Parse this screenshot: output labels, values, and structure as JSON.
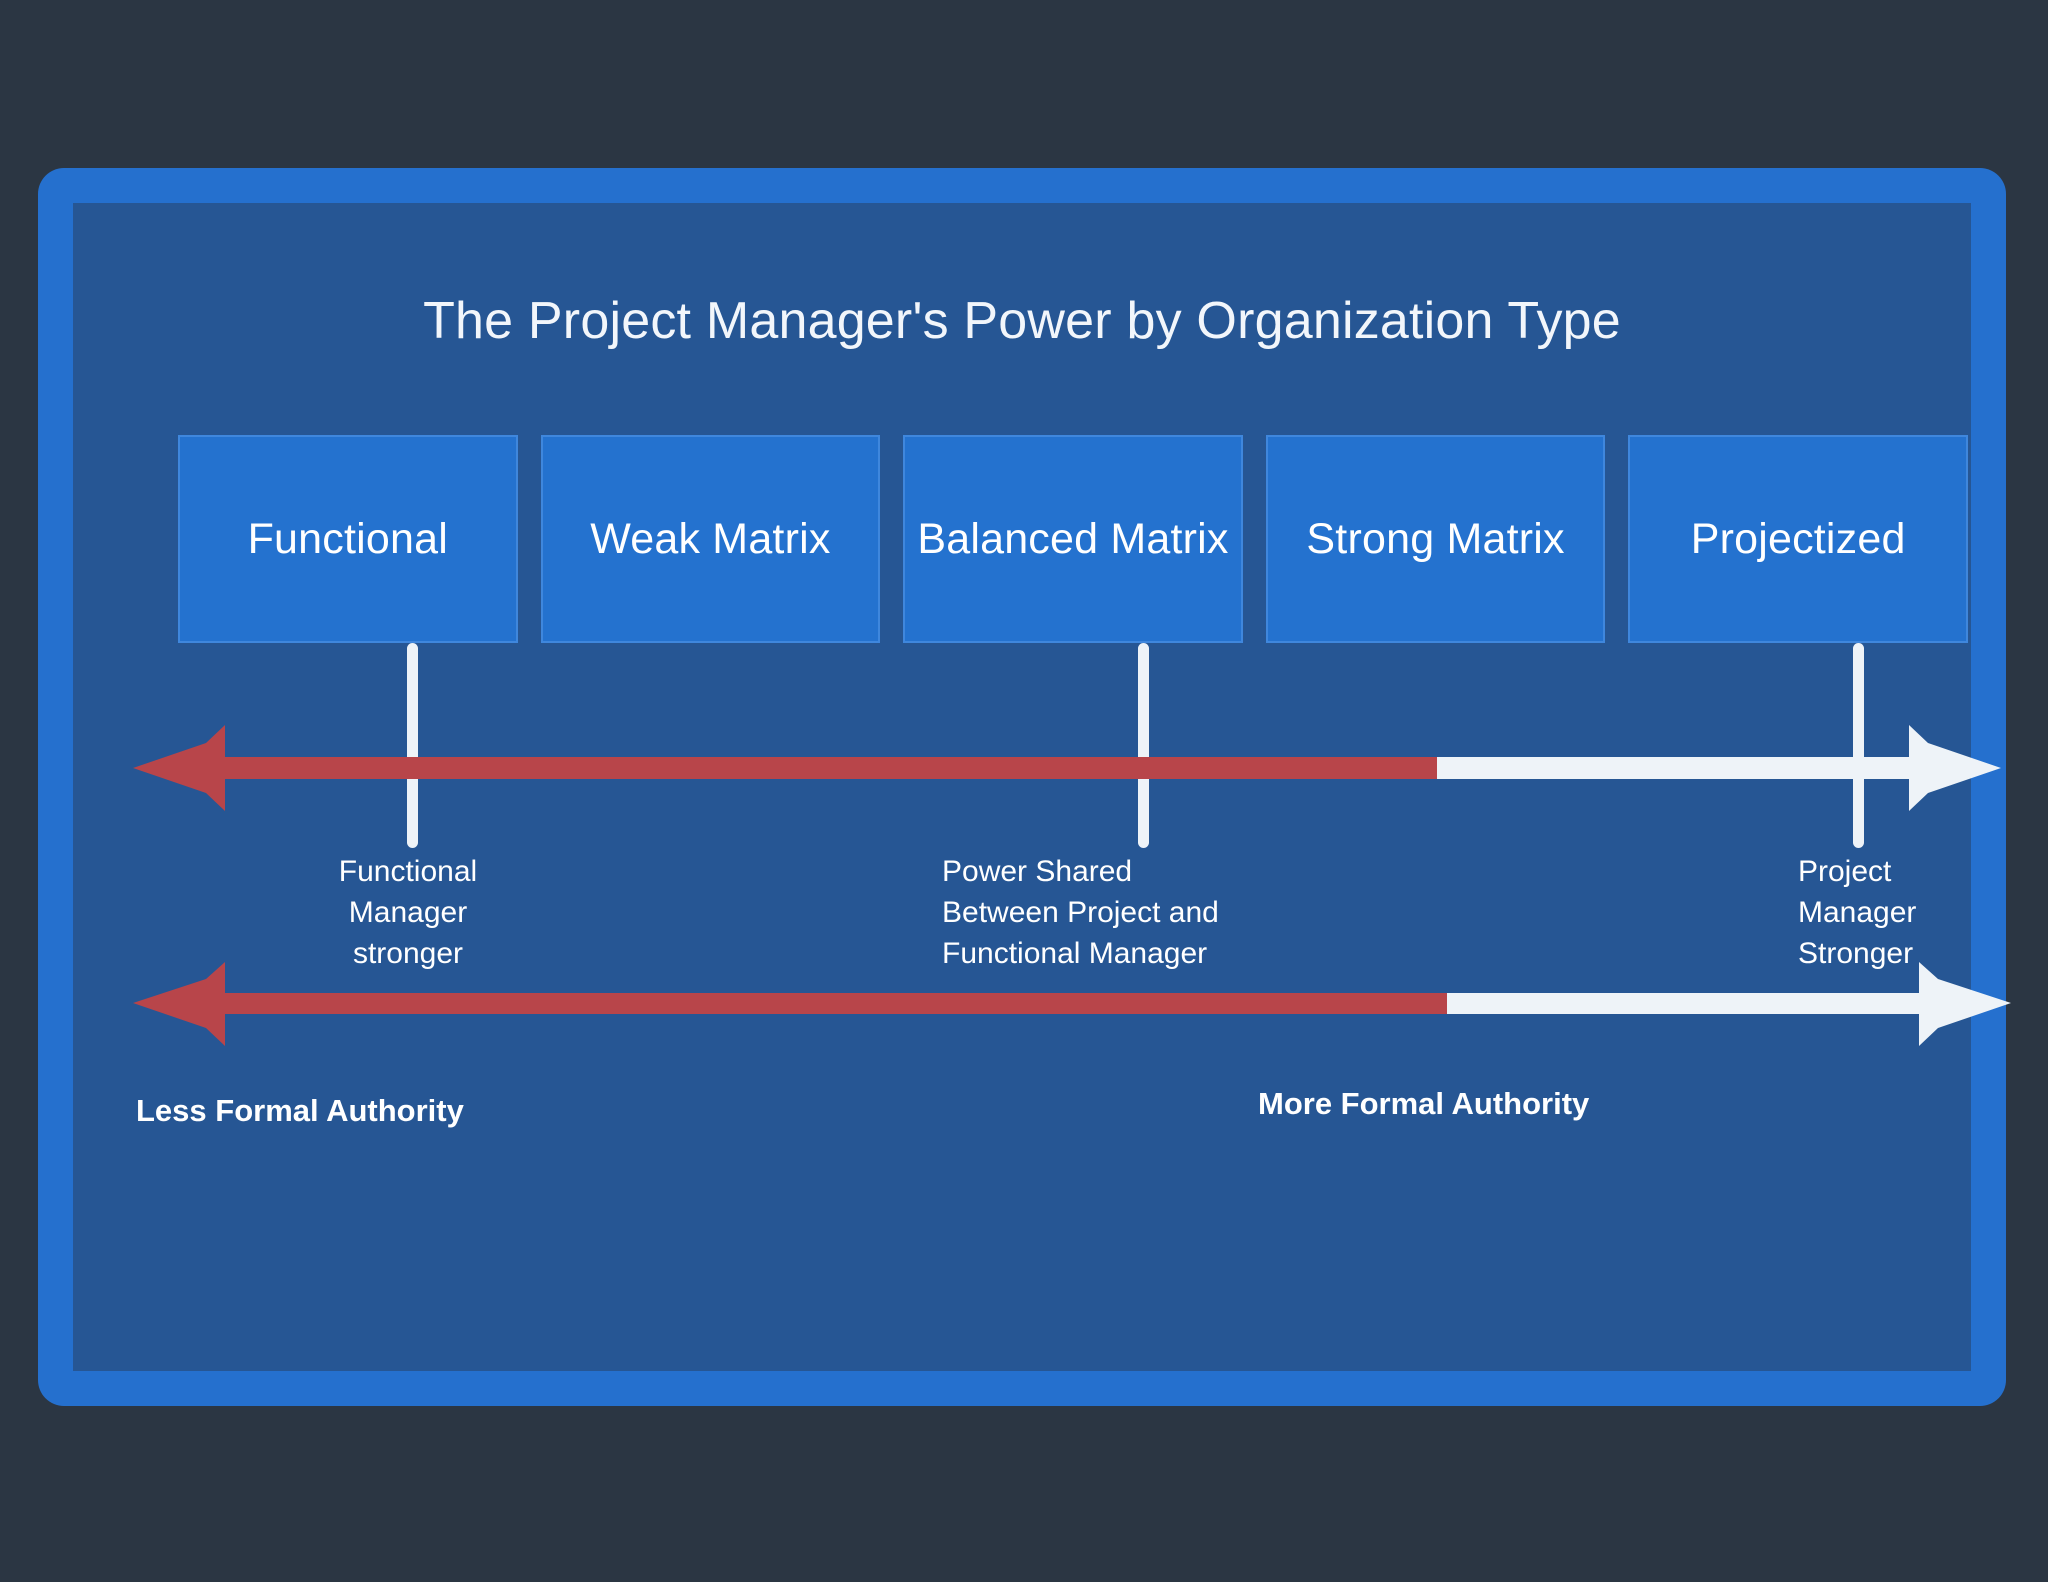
{
  "theme": {
    "background": "#2b3643",
    "card_frame": "#2570ce",
    "panel": "#265694",
    "box_fill": "#2472cf",
    "box_border": "#3f87dd",
    "arrow_red": "#b8454a",
    "arrow_white": "#eef3f8",
    "text": "#ffffff"
  },
  "diagram": {
    "title": "The Project Manager's Power by Organization Type",
    "org_types": [
      {
        "label": "Functional"
      },
      {
        "label": "Weak Matrix"
      },
      {
        "label": "Balanced Matrix"
      },
      {
        "label": "Strong Matrix"
      },
      {
        "label": "Projectized"
      }
    ],
    "power_annotations": [
      {
        "anchor": "Functional",
        "lines": [
          "Functional",
          "Manager",
          "stronger"
        ]
      },
      {
        "anchor": "Balanced Matrix",
        "lines": [
          "Power Shared",
          "Between Project and",
          "Functional Manager"
        ]
      },
      {
        "anchor": "Projectized",
        "lines": [
          "Project",
          "Manager",
          "Stronger"
        ]
      }
    ],
    "authority_axis": {
      "left_label": "Less Formal Authority",
      "right_label": "More Formal Authority"
    }
  }
}
